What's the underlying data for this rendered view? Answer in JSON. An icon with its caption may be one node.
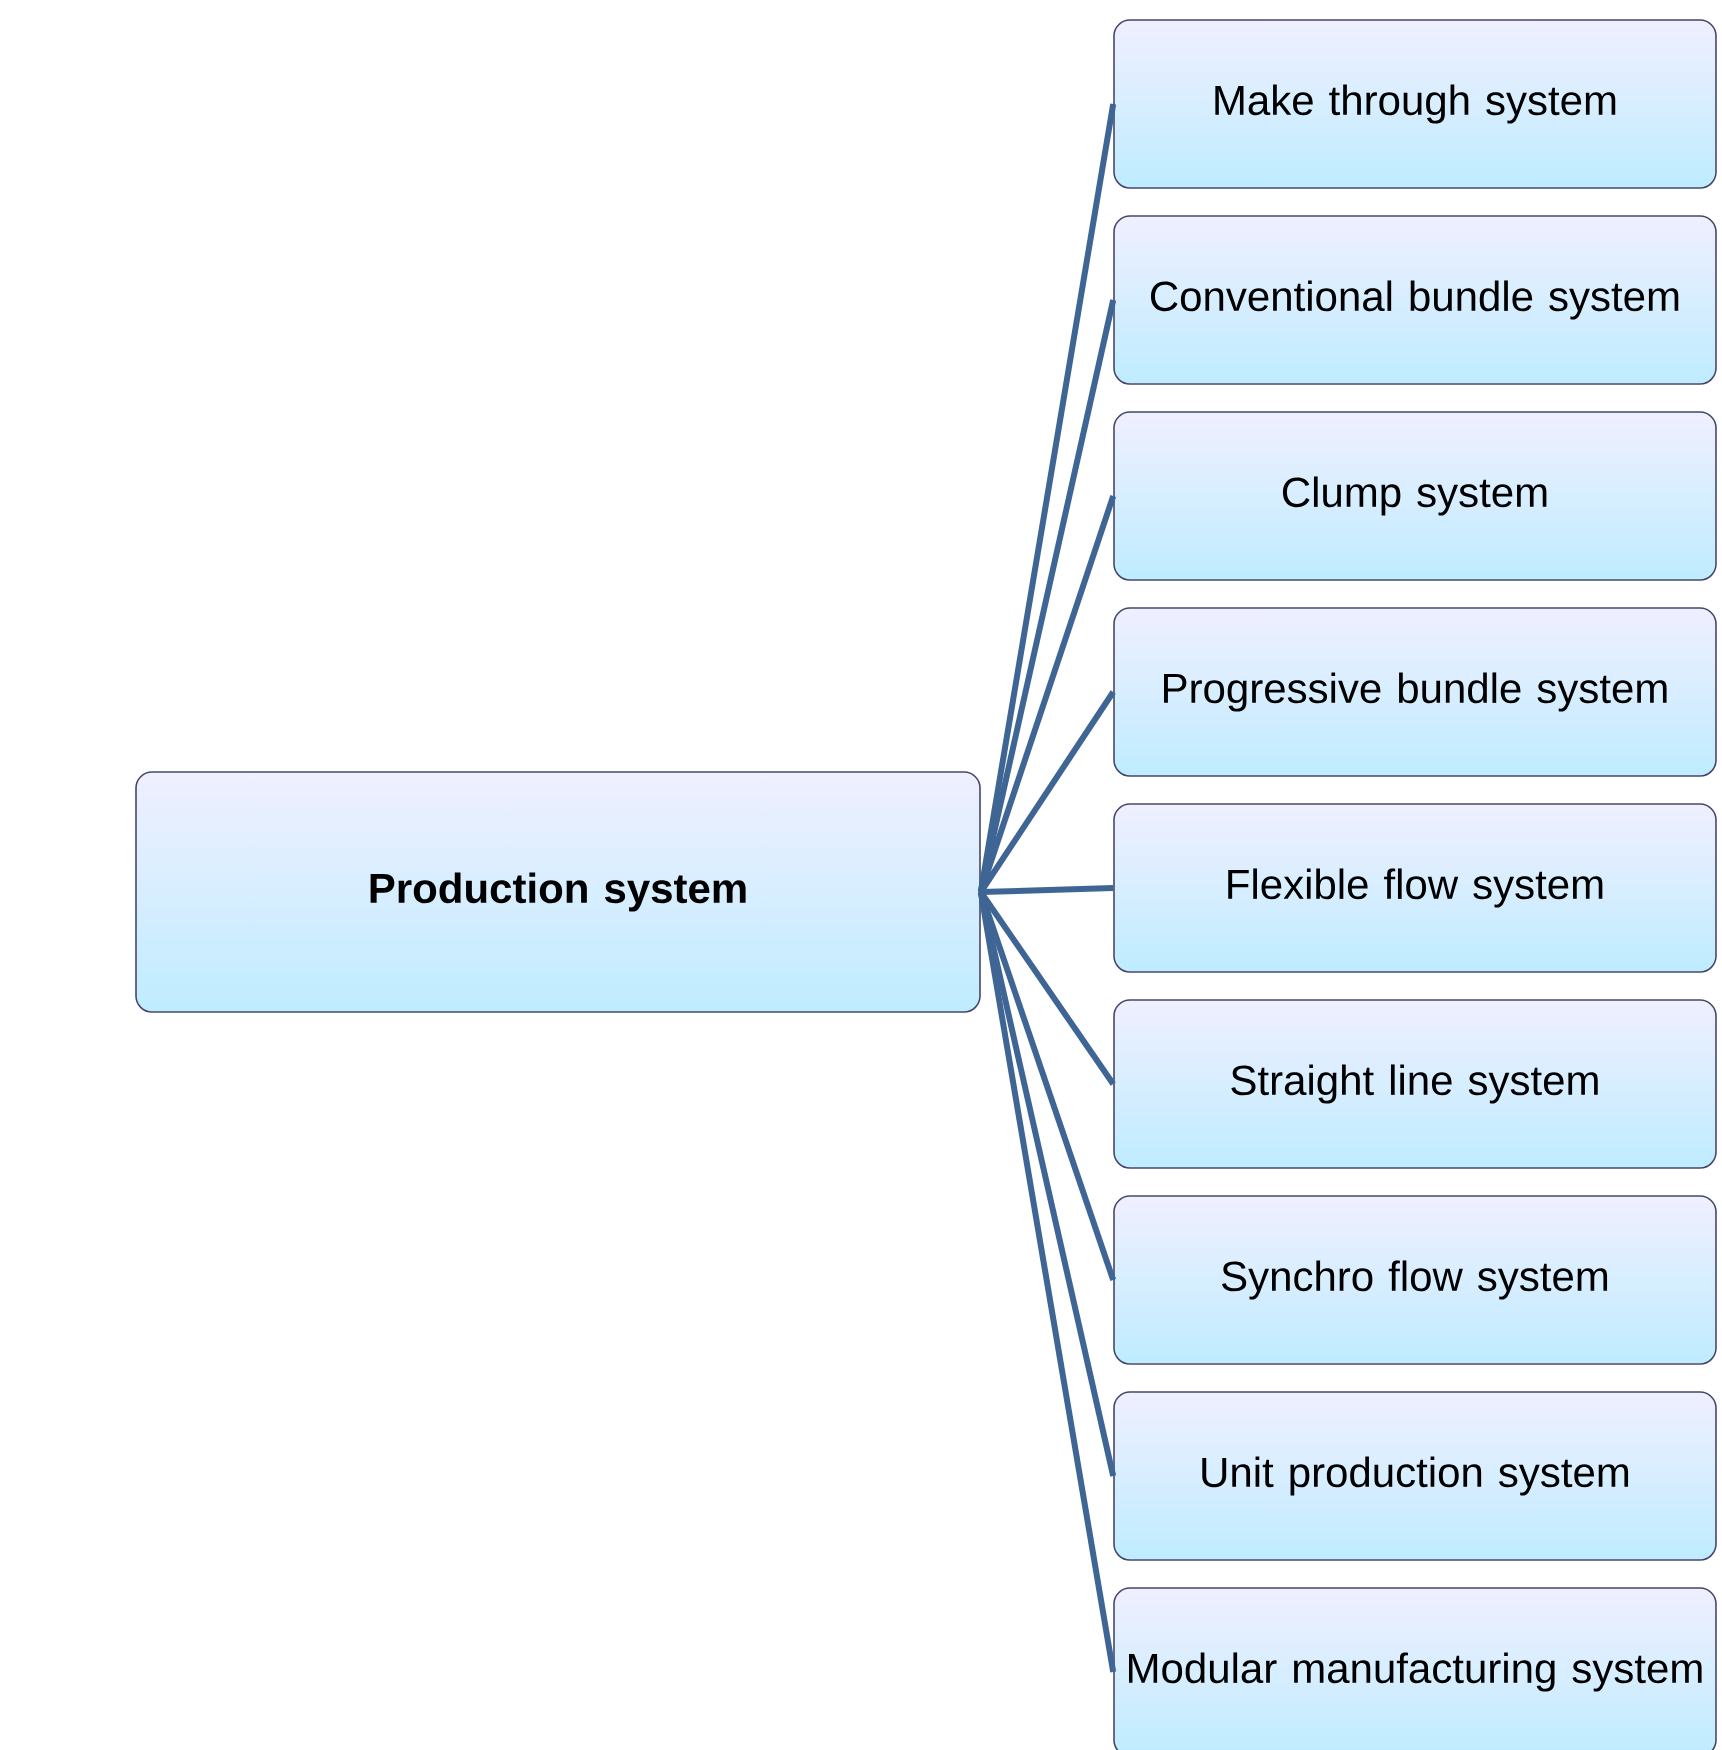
{
  "diagram": {
    "nodes": [
      {
        "text": [
          "**Production system**"
        ]
      },
      {
        "text": [
          "Make through system"
        ]
      },
      {
        "text": [
          "Conventional bundle system"
        ]
      },
      {
        "text": [
          "Clump system"
        ]
      },
      {
        "text": [
          "Progressive bundle system"
        ]
      },
      {
        "text": [
          "Flexible flow system"
        ]
      },
      {
        "text": [
          "Straight line system"
        ]
      },
      {
        "text": [
          "Synchro flow system"
        ]
      },
      {
        "text": [
          "Unit production system"
        ]
      },
      {
        "text": [
          "Modular manufacturing system"
        ]
      }
    ],
    "edges": [
      {
        "from": 0,
        "to": 1,
        "arrow": "none"
      },
      {
        "from": 0,
        "to": 2,
        "arrow": "none"
      },
      {
        "from": 0,
        "to": 3,
        "arrow": "none"
      },
      {
        "from": 0,
        "to": 4,
        "arrow": "none"
      },
      {
        "from": 0,
        "to": 5,
        "arrow": "none"
      },
      {
        "from": 0,
        "to": 6,
        "arrow": "none"
      },
      {
        "from": 0,
        "to": 7,
        "arrow": "none"
      },
      {
        "from": 0,
        "to": 8,
        "arrow": "none"
      },
      {
        "from": 0,
        "to": 9,
        "arrow": "none"
      }
    ]
  }
}
